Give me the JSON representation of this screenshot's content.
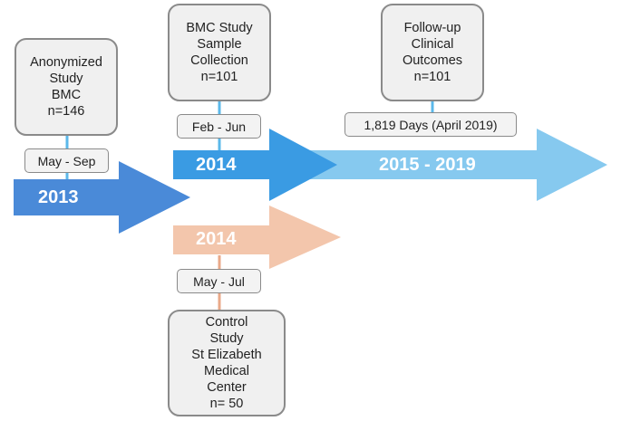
{
  "colors": {
    "arrow_2013": "#4a8ad8",
    "arrow_2014_bmc": "#3a9be3",
    "arrow_2015_2019": "#86c9ef",
    "arrow_2014_control": "#f3c6ac",
    "connector_blue": "#5bb8ea",
    "connector_orange": "#e9a989",
    "box_fill": "#f0f0f0",
    "box_border": "#8a8a8a"
  },
  "boxes": {
    "anonymized": "Anonymized\nStudy\nBMC\nn=146",
    "bmc_study": "BMC Study\nSample\nCollection\nn=101",
    "follow_up": "Follow-up\nClinical\nOutcomes\nn=101",
    "control": "Control\nStudy\nSt Elizabeth\nMedical\nCenter\nn= 50"
  },
  "tags": {
    "may_sep": "May - Sep",
    "feb_jun": "Feb - Jun",
    "days": "1,819  Days (April 2019)",
    "may_jul": "May - Jul"
  },
  "arrows": {
    "y2013": "2013",
    "y2014_bmc": "2014",
    "y2015_2019": "2015 - 2019",
    "y2014_control": "2014"
  }
}
